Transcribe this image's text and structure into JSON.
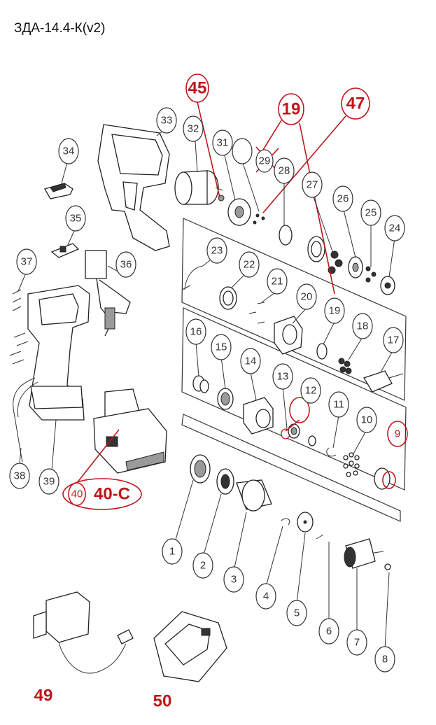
{
  "title": "ЗДА-14.4-К(v2)",
  "parts": [
    "1",
    "2",
    "3",
    "4",
    "5",
    "6",
    "7",
    "8",
    "10",
    "11",
    "12",
    "13",
    "14",
    "15",
    "16",
    "17",
    "18",
    "19",
    "20",
    "21",
    "22",
    "23",
    "24",
    "25",
    "26",
    "27",
    "28",
    "31",
    "32",
    "33",
    "34",
    "35",
    "36",
    "37",
    "38",
    "39",
    "40"
  ],
  "red_labels": [
    "45",
    "19",
    "47",
    "9",
    "40-C",
    "49",
    "50"
  ],
  "struck_label": "29",
  "colors": {
    "accent_red": "#c0161b",
    "line": "#333333"
  }
}
